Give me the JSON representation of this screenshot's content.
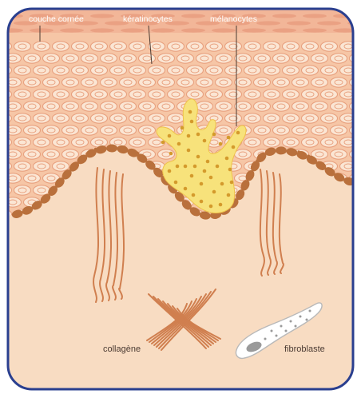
{
  "labels": {
    "stratum_corneum": "couche cornée",
    "keratinocytes": "kératinocytes",
    "melanocytes": "mélanocytes",
    "collagen": "collagène",
    "fibroblast": "fibroblaste"
  },
  "colors": {
    "frame": "#2a3f8f",
    "epidermis": "#f6c6a6",
    "cell_fill": "#fbe6d4",
    "cell_stroke": "#e8a17f",
    "dermis": "#f8dcc2",
    "basal_cell": "#b9703c",
    "melanocyte": "#f7e27b",
    "melanin_dot": "#d49a2c",
    "fiber": "#d07f4f"
  }
}
